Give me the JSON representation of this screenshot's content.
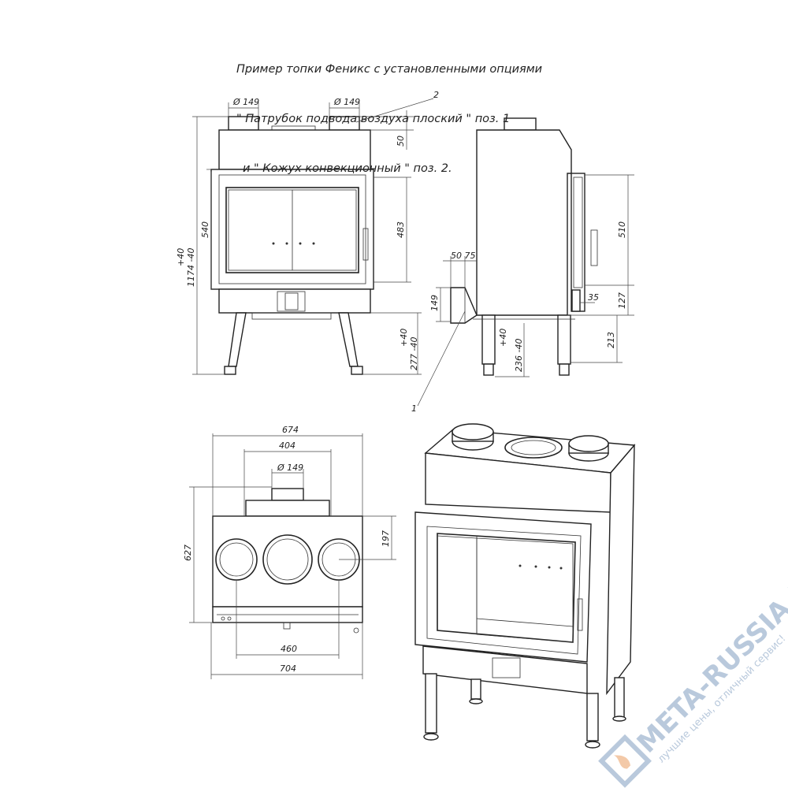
{
  "title": {
    "line1": "Пример топки Феникс с установленными опциями",
    "line2": "\" Патрубок подвода воздуха плоский \" поз. 1",
    "line3": "и \" Кожух конвекционный \" поз. 2."
  },
  "front_view": {
    "diam_left": "Ø 149",
    "diam_right": "Ø 149",
    "position_2": "2",
    "dim_50": "50",
    "dim_483": "483",
    "dim_540": "540",
    "dim_total_tol": "+40",
    "dim_total": "1174 -40",
    "dim_leg_tol": "+40",
    "dim_leg": "277 -40"
  },
  "side_view": {
    "dim_50_75": "50 75",
    "dim_149": "149",
    "dim_510": "510",
    "dim_127": "127",
    "dim_35": "35",
    "dim_213": "213",
    "dim_leg_tol": "+40",
    "dim_leg": "236 -40",
    "position_1": "1"
  },
  "top_view": {
    "dim_674": "674",
    "dim_404": "404",
    "diam": "Ø 149",
    "dim_627": "627",
    "dim_197": "197",
    "dim_460": "460",
    "dim_704": "704"
  },
  "watermark": {
    "brand": "META-RUSSIA.RU",
    "slogan": "лучшие цены, отличный сервис!",
    "brand_color": "#b9c9dc",
    "accent_color": "#f3c9a8"
  }
}
